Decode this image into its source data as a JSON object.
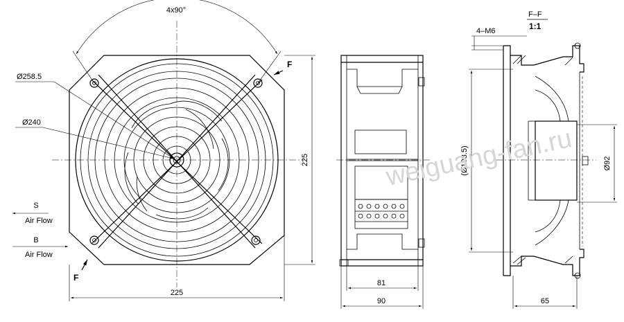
{
  "drawing": {
    "front_view": {
      "angle_label": "4x90°",
      "dia_outer_label": "Ø258.5",
      "dia_inner_label": "Ø240",
      "height_label": "225",
      "width_label": "225",
      "section_mark_top": "F",
      "section_mark_bottom": "F",
      "airflow_s_letter": "S",
      "airflow_s_text": "Air Flow",
      "airflow_b_letter": "B",
      "airflow_b_text": "Air Flow"
    },
    "side_view": {
      "depth_inner_label": "81",
      "depth_outer_label": "90"
    },
    "section_view": {
      "title": "F–F",
      "scale": "1:1",
      "thread_label": "4–M6",
      "dia_label": "(Ø198.5)",
      "hub_label": "Ø92",
      "depth_label": "65"
    },
    "watermark": "weiguang-fan.ru"
  }
}
